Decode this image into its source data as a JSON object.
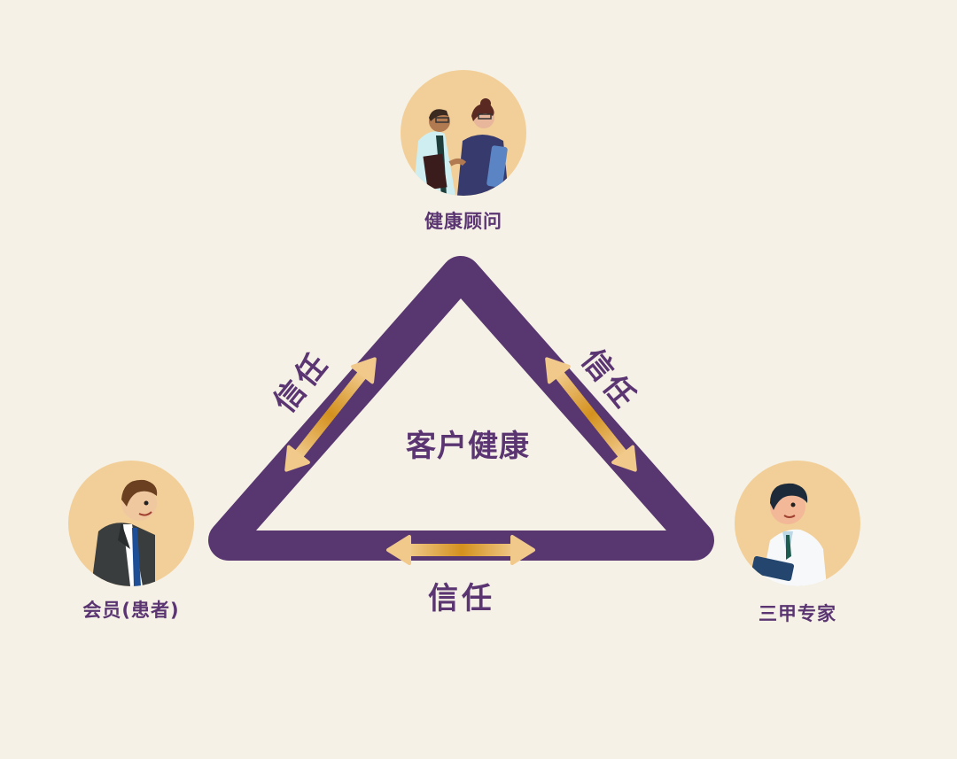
{
  "diagram": {
    "center": {
      "label": "客户健康"
    },
    "nodes": [
      {
        "id": "advisor",
        "label": "健康顾问",
        "icon": "advisor-pair-illustration"
      },
      {
        "id": "member",
        "label": "会员(患者)",
        "icon": "businessman-illustration"
      },
      {
        "id": "expert",
        "label": "三甲专家",
        "icon": "doctor-illustration"
      }
    ],
    "edges": [
      {
        "from": "member",
        "to": "advisor",
        "label": "信任",
        "icon": "double-arrow-icon"
      },
      {
        "from": "advisor",
        "to": "expert",
        "label": "信任",
        "icon": "double-arrow-icon"
      },
      {
        "from": "member",
        "to": "expert",
        "label": "信任",
        "icon": "double-arrow-icon"
      }
    ]
  },
  "colors": {
    "background": "#f5f1e6",
    "triangle": "#583670",
    "text": "#5a3572",
    "avatar_bg": "#f2cf98",
    "arrow_light": "#f2cc90",
    "arrow_dark": "#d4911e"
  }
}
